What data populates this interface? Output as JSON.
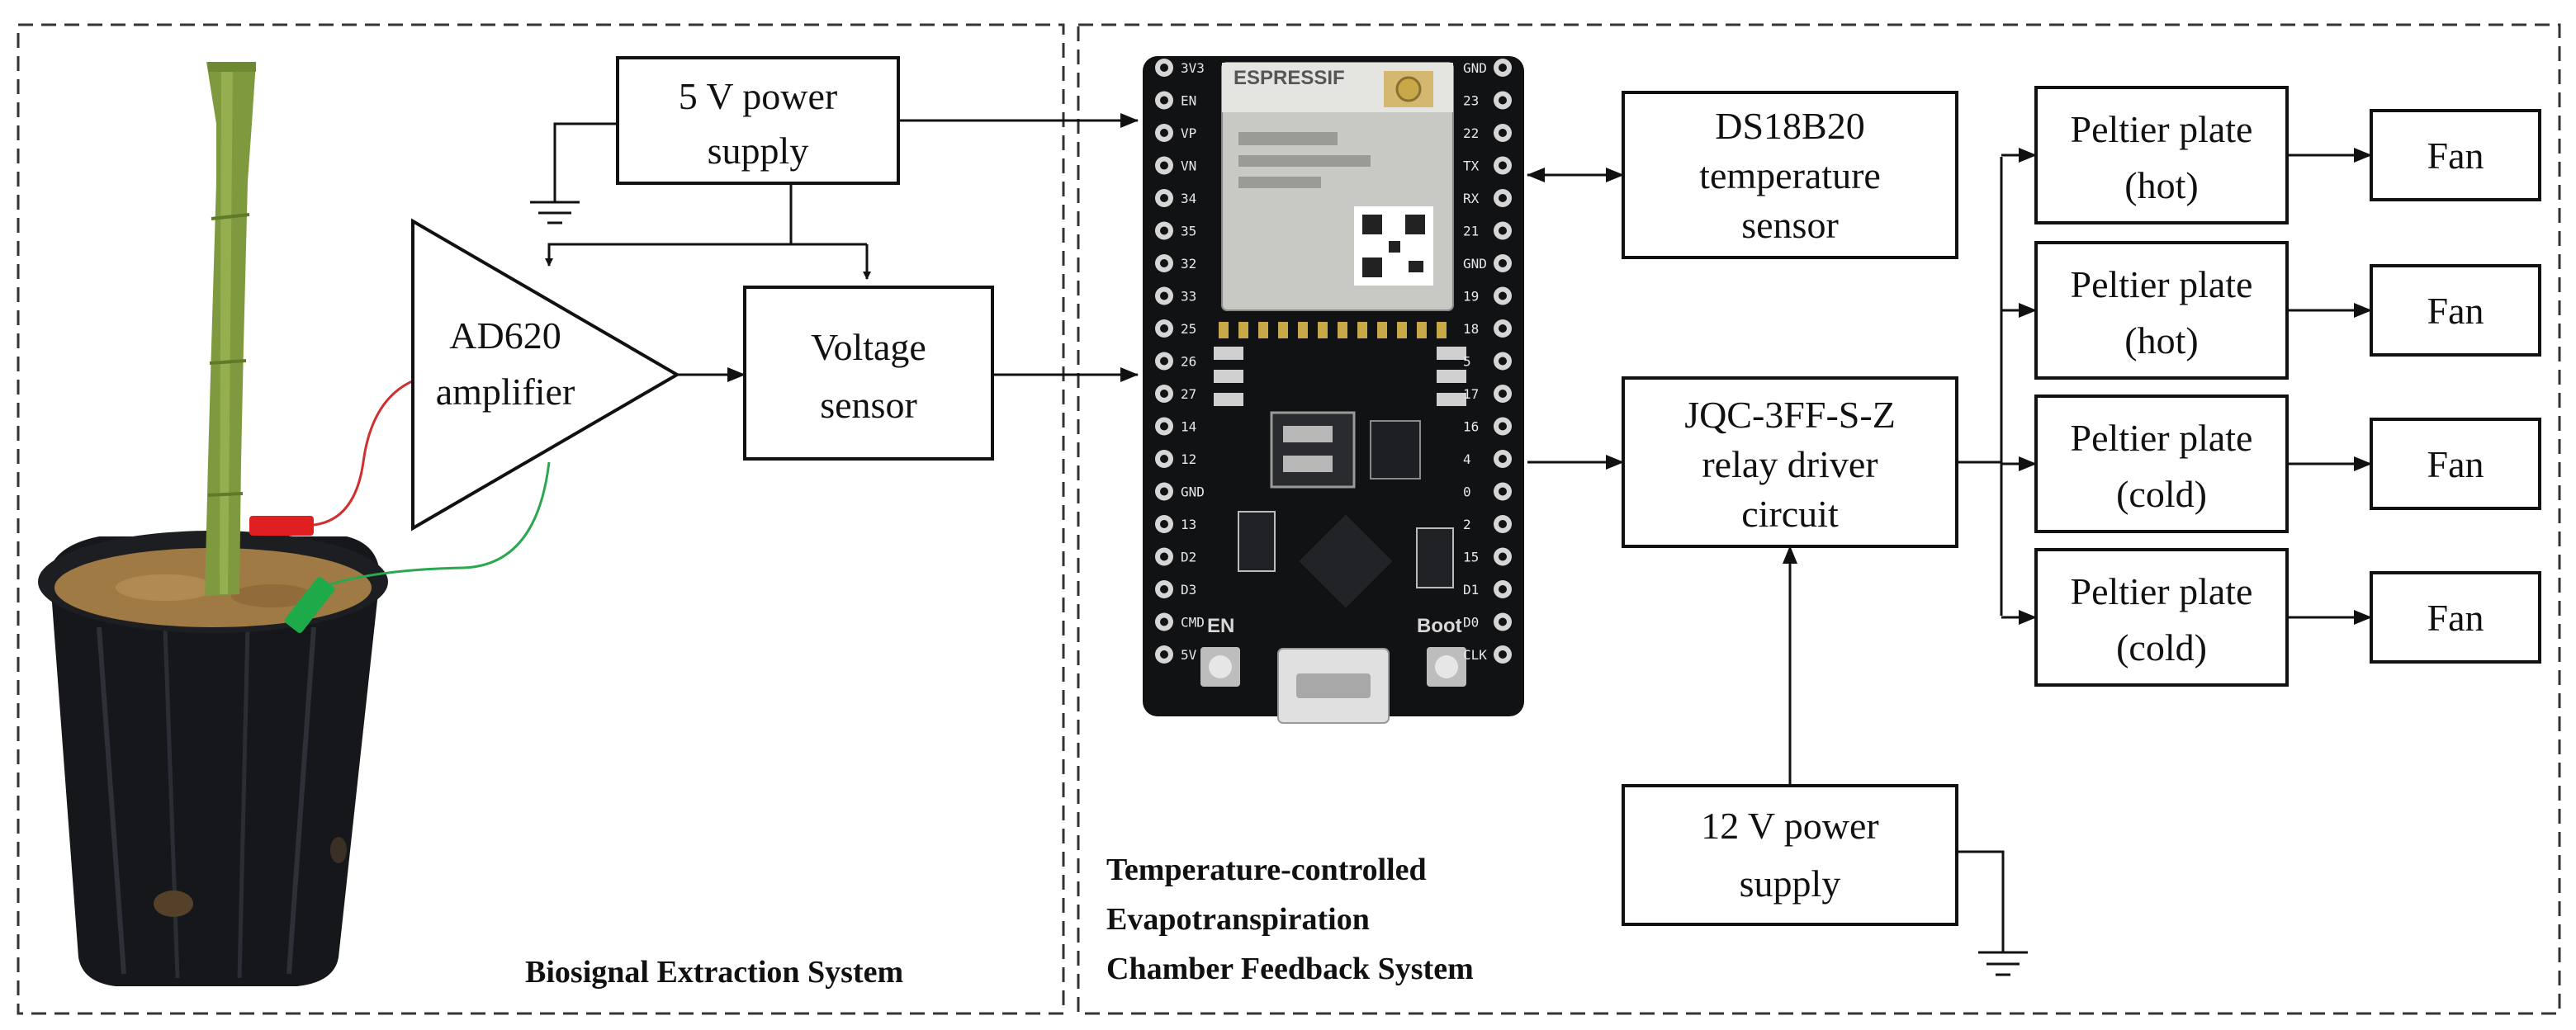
{
  "sections": {
    "biosignal_caption": "Biosignal Extraction System",
    "feedback_caption": [
      "Temperature-controlled",
      "Evapotranspiration",
      "Chamber Feedback System"
    ]
  },
  "blocks": {
    "power_5v": [
      "5 V power",
      "supply"
    ],
    "amplifier": [
      "AD620",
      "amplifier"
    ],
    "voltage_sensor": [
      "Voltage",
      "sensor"
    ],
    "temp_sensor": [
      "DS18B20",
      "temperature",
      "sensor"
    ],
    "relay": [
      "JQC-3FF-S-Z",
      "relay driver",
      "circuit"
    ],
    "power_12v": [
      "12 V power",
      "supply"
    ],
    "peltier": [
      [
        "Peltier plate",
        "(hot)"
      ],
      [
        "Peltier plate",
        "(hot)"
      ],
      [
        "Peltier plate",
        "(cold)"
      ],
      [
        "Peltier plate",
        "(cold)"
      ]
    ],
    "fans": [
      "Fan",
      "Fan",
      "Fan",
      "Fan"
    ]
  },
  "board": {
    "brand": "ESPRESSIF",
    "button_left": "EN",
    "button_right": "Boot",
    "left_pins": [
      "3V3",
      "EN",
      "VP",
      "VN",
      "34",
      "35",
      "32",
      "33",
      "25",
      "26",
      "27",
      "14",
      "12",
      "GND",
      "13",
      "D2",
      "D3",
      "CMD",
      "5V"
    ],
    "right_pins": [
      "GND",
      "23",
      "22",
      "TX",
      "RX",
      "21",
      "GND",
      "19",
      "18",
      "5",
      "17",
      "16",
      "4",
      "0",
      "2",
      "15",
      "D1",
      "D0",
      "CLK"
    ]
  },
  "colors": {
    "line": "#111111",
    "board": "#111214",
    "electrode_red": "#e02020",
    "electrode_green": "#1faa4a",
    "wire_red": "#d03030",
    "wire_green": "#2aa850",
    "stem": "#7f9a3e",
    "soil": "#a07a45",
    "pot": "#15171a"
  }
}
